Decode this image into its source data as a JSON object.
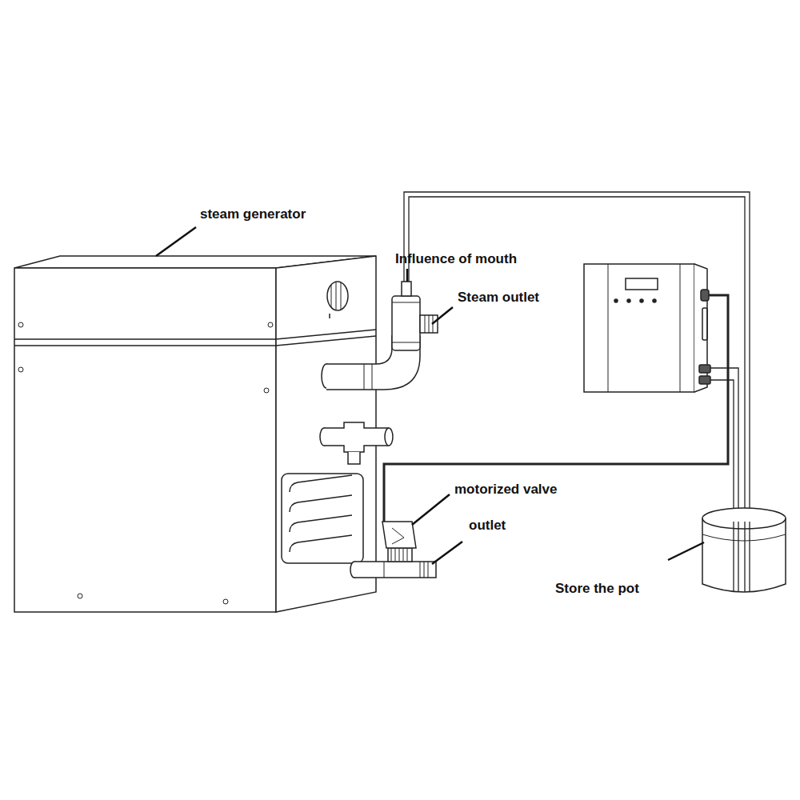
{
  "diagram": {
    "labels": [
      "steam generator",
      "Influence of mouth",
      "Steam outlet",
      "motorized valve",
      "outlet",
      "Store the pot"
    ]
  }
}
